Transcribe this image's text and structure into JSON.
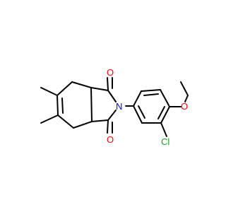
{
  "molecule": {
    "atoms": {
      "n": "N",
      "o_top": "O",
      "o_bottom": "O",
      "o_methoxy": "O",
      "cl": "Cl"
    },
    "colors": {
      "carbon": "#000000",
      "nitrogen": "#0000ff",
      "oxygen": "#ff0000",
      "chlorine": "#1fa01f"
    }
  }
}
